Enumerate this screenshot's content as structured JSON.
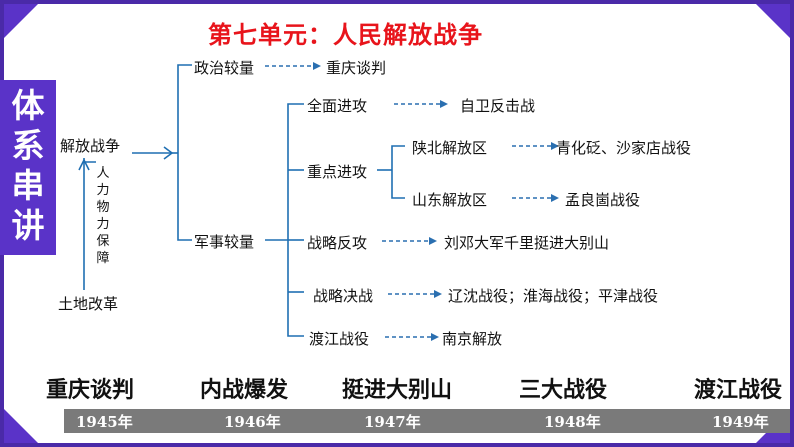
{
  "side_label": "体系串讲",
  "title": "第七单元：人民解放战争",
  "root": "解放战争",
  "base": "土地改革",
  "support_label": "人力物力保障",
  "political": {
    "label": "政治较量",
    "result": "重庆谈判"
  },
  "military": {
    "label": "军事较量",
    "quanmian": {
      "label": "全面进攻",
      "result": "自卫反击战"
    },
    "zhongdian": {
      "label": "重点进攻",
      "shanbei": {
        "label": "陕北解放区",
        "result": "青化砭、沙家店战役"
      },
      "shandong": {
        "label": "山东解放区",
        "result": "孟良崮战役"
      }
    },
    "fangong": {
      "label": "战略反攻",
      "result": "刘邓大军千里挺进大别山"
    },
    "juezhan": {
      "label": "战略决战",
      "result": "辽沈战役；淮海战役；平津战役"
    },
    "dujiang": {
      "label": "渡江战役",
      "result": "南京解放"
    }
  },
  "timeline": {
    "events": [
      "重庆谈判",
      "内战爆发",
      "挺进大别山",
      "三大战役",
      "渡江战役"
    ],
    "years": [
      "1945年",
      "1946年",
      "1947年",
      "1948年",
      "1949年"
    ]
  },
  "colors": {
    "frame": "#5a33c8",
    "title": "#e8141b",
    "line": "#1f6fb2",
    "arrow": "#2a6fb0",
    "timeline": "#7a7a7a"
  }
}
